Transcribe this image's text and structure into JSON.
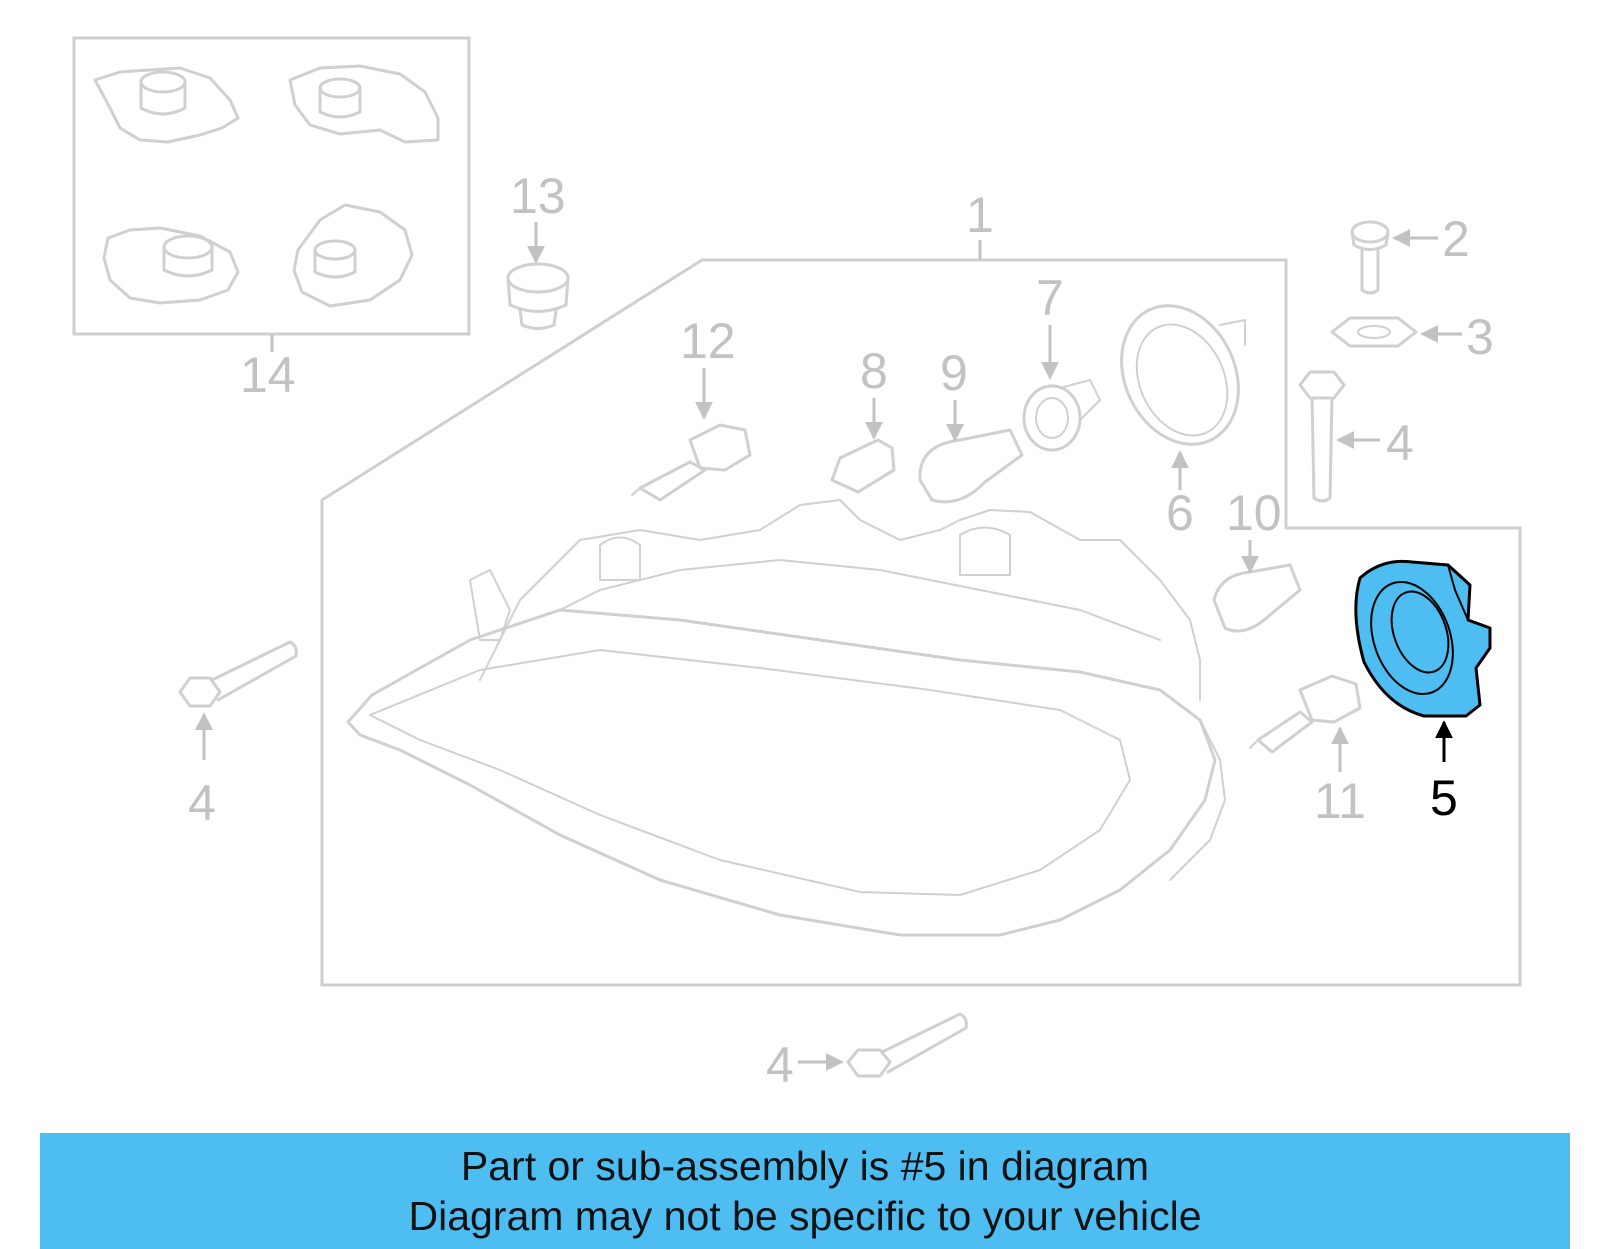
{
  "diagram": {
    "highlight_color": "#4dbdf2",
    "outline_color": "#d0d0d0",
    "callouts": {
      "c1": "1",
      "c2": "2",
      "c3": "3",
      "c4a": "4",
      "c4b": "4",
      "c4c": "4",
      "c5": "5",
      "c6": "6",
      "c7": "7",
      "c8": "8",
      "c9": "9",
      "c10": "10",
      "c11": "11",
      "c12": "12",
      "c13": "13",
      "c14": "14"
    },
    "highlighted_part": "5"
  },
  "banner": {
    "line1": "Part or sub-assembly is #5 in diagram",
    "line2": "Diagram may not be specific to your vehicle",
    "background": "#4dbdf2"
  }
}
